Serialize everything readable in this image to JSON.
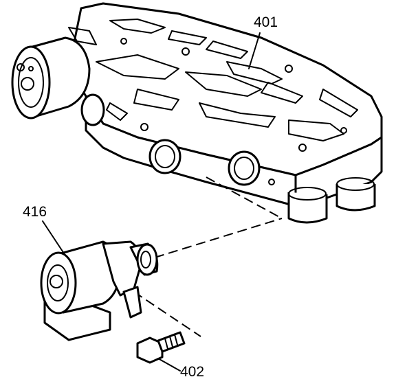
{
  "callouts": {
    "valve_body": "401",
    "solenoid": "416",
    "bolt": "402"
  }
}
